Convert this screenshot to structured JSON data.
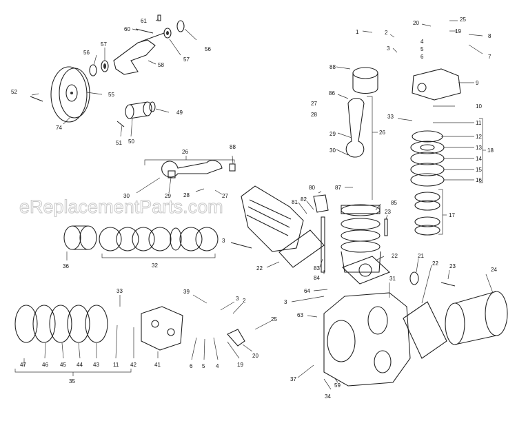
{
  "watermark": "eReplacementParts.com",
  "callouts": [
    {
      "id": "61",
      "t": "61"
    },
    {
      "id": "60",
      "t": "60"
    },
    {
      "id": "56a",
      "t": "56"
    },
    {
      "id": "57a",
      "t": "57"
    },
    {
      "id": "56b",
      "t": "56"
    },
    {
      "id": "57b",
      "t": "57"
    },
    {
      "id": "58",
      "t": "58"
    },
    {
      "id": "52",
      "t": "52"
    },
    {
      "id": "55",
      "t": "55"
    },
    {
      "id": "74",
      "t": "74"
    },
    {
      "id": "49",
      "t": "49"
    },
    {
      "id": "51",
      "t": "51"
    },
    {
      "id": "50",
      "t": "50"
    },
    {
      "id": "26a",
      "t": "26"
    },
    {
      "id": "88a",
      "t": "88"
    },
    {
      "id": "30a",
      "t": "30"
    },
    {
      "id": "29a",
      "t": "29"
    },
    {
      "id": "28a",
      "t": "28"
    },
    {
      "id": "27a",
      "t": "27"
    },
    {
      "id": "36",
      "t": "36"
    },
    {
      "id": "32",
      "t": "32"
    },
    {
      "id": "1a",
      "t": "1"
    },
    {
      "id": "2a",
      "t": "2"
    },
    {
      "id": "3a",
      "t": "3"
    },
    {
      "id": "20a",
      "t": "20"
    },
    {
      "id": "25a",
      "t": "25"
    },
    {
      "id": "19a",
      "t": "19"
    },
    {
      "id": "8a",
      "t": "8"
    },
    {
      "id": "4a",
      "t": "4"
    },
    {
      "id": "5a",
      "t": "5"
    },
    {
      "id": "6a",
      "t": "6"
    },
    {
      "id": "7",
      "t": "7"
    },
    {
      "id": "88b",
      "t": "88"
    },
    {
      "id": "9",
      "t": "9"
    },
    {
      "id": "86",
      "t": "86"
    },
    {
      "id": "27b",
      "t": "27"
    },
    {
      "id": "28b",
      "t": "28"
    },
    {
      "id": "10",
      "t": "10"
    },
    {
      "id": "33a",
      "t": "33"
    },
    {
      "id": "11a",
      "t": "11"
    },
    {
      "id": "26b",
      "t": "26"
    },
    {
      "id": "12",
      "t": "12"
    },
    {
      "id": "29b",
      "t": "29"
    },
    {
      "id": "13",
      "t": "13"
    },
    {
      "id": "30b",
      "t": "30"
    },
    {
      "id": "14",
      "t": "14"
    },
    {
      "id": "18",
      "t": "18"
    },
    {
      "id": "15",
      "t": "15"
    },
    {
      "id": "16",
      "t": "16"
    },
    {
      "id": "87",
      "t": "87"
    },
    {
      "id": "80",
      "t": "80"
    },
    {
      "id": "82",
      "t": "82"
    },
    {
      "id": "81",
      "t": "81"
    },
    {
      "id": "85",
      "t": "85"
    },
    {
      "id": "17",
      "t": "17"
    },
    {
      "id": "23a",
      "t": "23"
    },
    {
      "id": "3b",
      "t": "3"
    },
    {
      "id": "22a",
      "t": "22"
    },
    {
      "id": "83",
      "t": "83"
    },
    {
      "id": "84",
      "t": "84"
    },
    {
      "id": "22b",
      "t": "22"
    },
    {
      "id": "21",
      "t": "21"
    },
    {
      "id": "22c",
      "t": "22"
    },
    {
      "id": "23b",
      "t": "23"
    },
    {
      "id": "24",
      "t": "24"
    },
    {
      "id": "64",
      "t": "64"
    },
    {
      "id": "31",
      "t": "31"
    },
    {
      "id": "3c",
      "t": "3"
    },
    {
      "id": "33b",
      "t": "33"
    },
    {
      "id": "39",
      "t": "39"
    },
    {
      "id": "3d",
      "t": "3"
    },
    {
      "id": "2b",
      "t": "2"
    },
    {
      "id": "63",
      "t": "63"
    },
    {
      "id": "25b",
      "t": "25"
    },
    {
      "id": "47",
      "t": "47"
    },
    {
      "id": "46",
      "t": "46"
    },
    {
      "id": "45",
      "t": "45"
    },
    {
      "id": "44",
      "t": "44"
    },
    {
      "id": "43",
      "t": "43"
    },
    {
      "id": "11b",
      "t": "11"
    },
    {
      "id": "42",
      "t": "42"
    },
    {
      "id": "41",
      "t": "41"
    },
    {
      "id": "6b",
      "t": "6"
    },
    {
      "id": "5b",
      "t": "5"
    },
    {
      "id": "4b",
      "t": "4"
    },
    {
      "id": "19b",
      "t": "19"
    },
    {
      "id": "20b",
      "t": "20"
    },
    {
      "id": "35",
      "t": "35"
    },
    {
      "id": "37",
      "t": "37"
    },
    {
      "id": "59",
      "t": "59"
    },
    {
      "id": "34",
      "t": "34"
    }
  ]
}
